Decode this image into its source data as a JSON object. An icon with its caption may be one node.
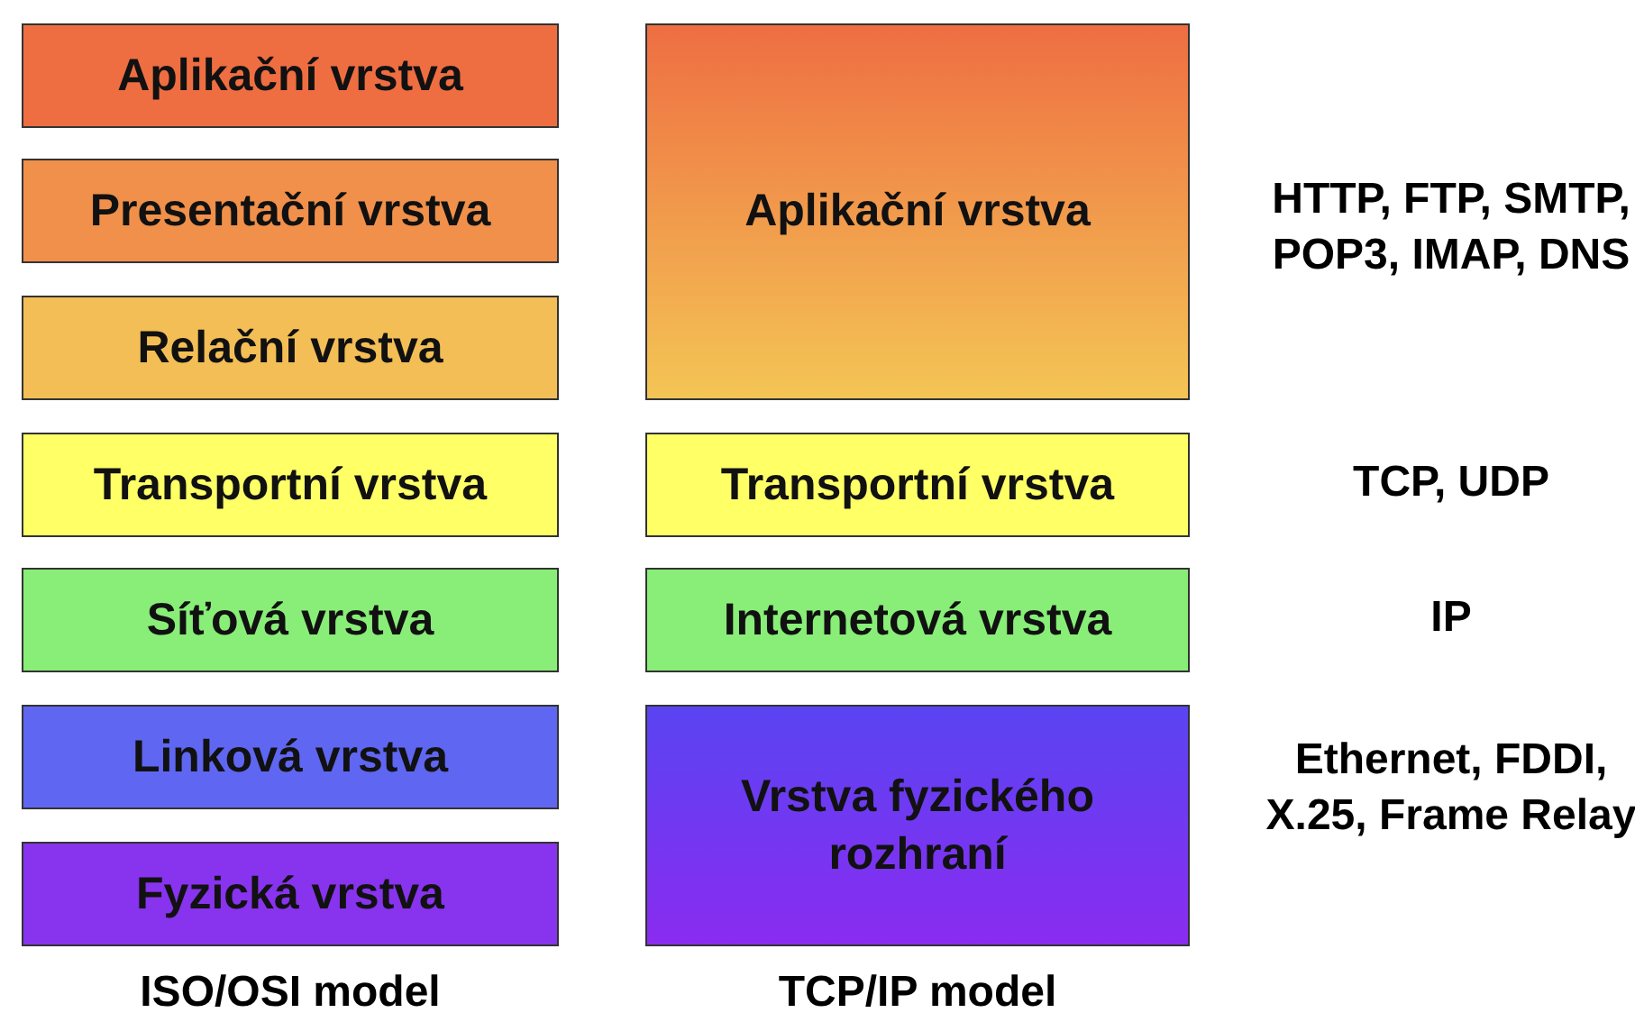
{
  "diagram": {
    "nodes": [
      {
        "text": [
          "Aplikační vrstva"
        ]
      },
      {
        "text": [
          "Presentační vrstva"
        ]
      },
      {
        "text": [
          "Relační vrstva"
        ]
      },
      {
        "text": [
          "Transportní vrstva"
        ]
      },
      {
        "text": [
          "Síťová vrstva"
        ]
      },
      {
        "text": [
          "Linková vrstva"
        ]
      },
      {
        "text": [
          "Fyzická vrstva"
        ]
      },
      {
        "text": [
          "Aplikační vrstva"
        ]
      },
      {
        "text": [
          "Transportní vrstva"
        ]
      },
      {
        "text": [
          "Internetová vrstva"
        ]
      },
      {
        "text": [
          "Vrstva fyzického rozhraní"
        ]
      }
    ],
    "labels": [
      "HTTP, FTP, SMTP, POP3, IMAP, DNS",
      "TCP, UDP",
      "IP",
      "Ethernet, FDDI, X.25, Frame Relay",
      "ISO/OSI model",
      "TCP/IP model"
    ]
  }
}
